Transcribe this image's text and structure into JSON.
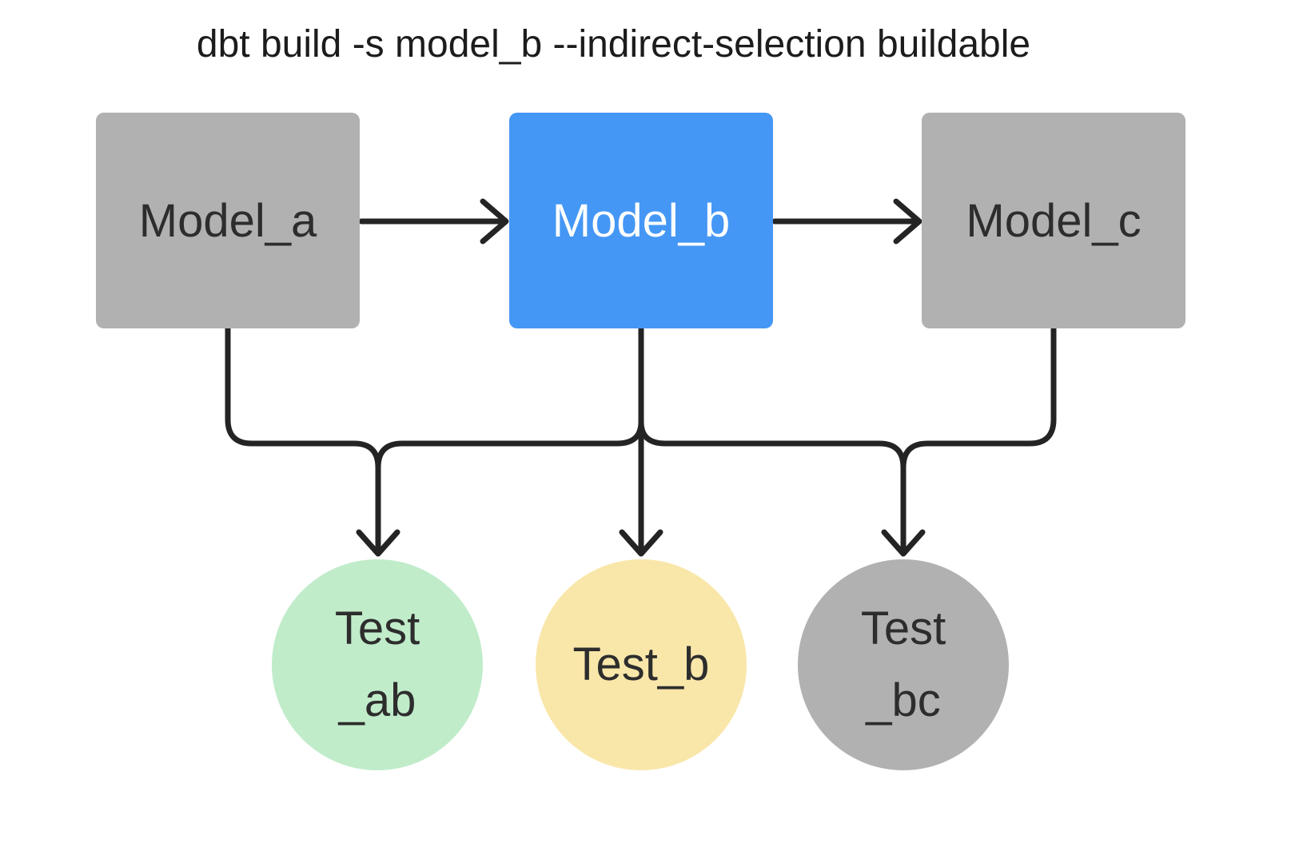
{
  "title": {
    "text": "dbt build -s model_b --indirect-selection buildable"
  },
  "nodes": {
    "model_a": {
      "label": "Model_a",
      "type": "model",
      "color": "#B1B1B1",
      "text_color": "#2D2D2D"
    },
    "model_b": {
      "label": "Model_b",
      "type": "model",
      "color": "#4497F5",
      "text_color": "#FFFFFF"
    },
    "model_c": {
      "label": "Model_c",
      "type": "model",
      "color": "#B1B1B1",
      "text_color": "#2D2D2D"
    },
    "test_ab": {
      "label_line1": "Test",
      "label_line2": "_ab",
      "type": "test",
      "color": "#C1ECCA",
      "text_color": "#2D2D2D"
    },
    "test_b": {
      "label_line1": "Test_b",
      "label_line2": "",
      "type": "test",
      "color": "#F9E7AA",
      "text_color": "#2D2D2D"
    },
    "test_bc": {
      "label_line1": "Test",
      "label_line2": "_bc",
      "type": "test",
      "color": "#B1B1B1",
      "text_color": "#2D2D2D"
    }
  },
  "edges": [
    {
      "from": "Model_a",
      "to": "Model_b"
    },
    {
      "from": "Model_b",
      "to": "Model_c"
    },
    {
      "from": "Model_a",
      "to": "Test_ab"
    },
    {
      "from": "Model_b",
      "to": "Test_ab"
    },
    {
      "from": "Model_b",
      "to": "Test_b"
    },
    {
      "from": "Model_b",
      "to": "Test_bc"
    },
    {
      "from": "Model_c",
      "to": "Test_bc"
    }
  ],
  "colors": {
    "background": "#FFFFFF",
    "edge_line": "#242424",
    "model_highlight_blue": "#4497F5",
    "model_gray": "#B1B1B1",
    "test_green": "#C1ECCA",
    "test_yellow": "#F9E7AA",
    "test_gray": "#B1B1B1",
    "title_text": "#1C1C1E"
  }
}
